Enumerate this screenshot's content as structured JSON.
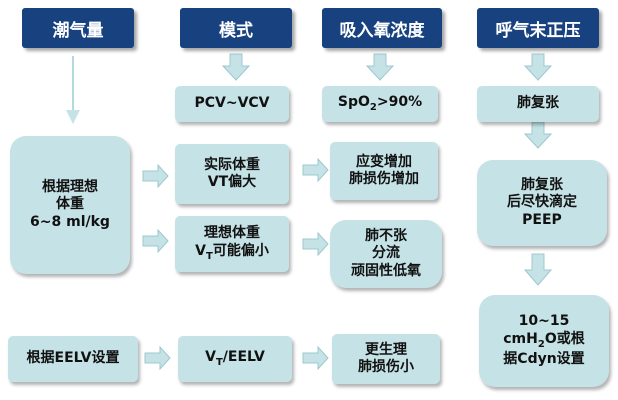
{
  "columns": {
    "tidal_volume": "潮气量",
    "mode": "模式",
    "fio2": "吸入氧浓度",
    "peep": "呼气末正压"
  },
  "boxes": {
    "ideal_weight": [
      "根据理想",
      "体重",
      "6~8 ml/kg"
    ],
    "mode_range": "PCV~VCV",
    "spo2_prefix": "SpO",
    "spo2_sub": "2",
    "spo2_suffix": ">90%",
    "lung_recruit": "肺复张",
    "actual_weight": [
      "实际体重",
      "VT偏大"
    ],
    "should_increase": [
      "应变增加",
      "肺损伤增加"
    ],
    "ideal_weight_vt_1": "理想体重",
    "ideal_weight_vt_2a": "V",
    "ideal_weight_vt_2sub": "T",
    "ideal_weight_vt_2b": "可能偏小",
    "atelectasis": [
      "肺不张",
      "分流",
      "顽固性低氧"
    ],
    "eelv_setting": "根据EELV设置",
    "vt_eelv_a": "V",
    "vt_eelv_sub": "T",
    "vt_eelv_b": "/EELV",
    "more_physiologic": [
      "更生理",
      "肺损伤小"
    ],
    "after_recruit": [
      "肺复张",
      "后尽快滴定",
      "PEEP"
    ],
    "peep_value_1": "10~15",
    "peep_value_2a": "cmH",
    "peep_value_2sub": "2",
    "peep_value_2b": "O或根",
    "peep_value_3": "据Cdyn设置"
  },
  "colors": {
    "header_bg": "#17417f",
    "box_bg": "#c5e2e6",
    "arrow": "#c5e2e6"
  }
}
